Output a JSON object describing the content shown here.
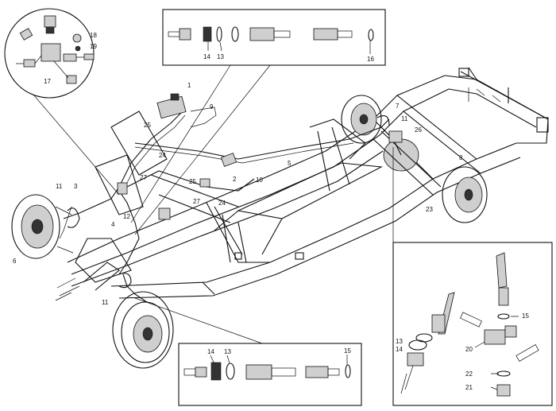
{
  "callouts": {
    "n1": "1",
    "n2": "2",
    "n3": "3",
    "n4": "4",
    "n5": "5",
    "n6": "6",
    "n7": "7",
    "n8": "8",
    "n9": "9",
    "n10": "10",
    "n11a": "11",
    "n11b": "11",
    "n11c": "11",
    "n12": "12",
    "n13a": "13",
    "n13b": "13",
    "n13c": "13",
    "n14a": "14",
    "n14b": "14",
    "n14c": "14",
    "n15a": "15",
    "n15b": "15",
    "n16": "16",
    "n17": "17",
    "n18": "18",
    "n19": "19",
    "n20": "20",
    "n21": "21",
    "n22": "22",
    "n23": "23",
    "n24a": "24",
    "n24b": "24",
    "n25a": "25",
    "n25b": "25",
    "n26": "26",
    "n27a": "27",
    "n27b": "27"
  }
}
